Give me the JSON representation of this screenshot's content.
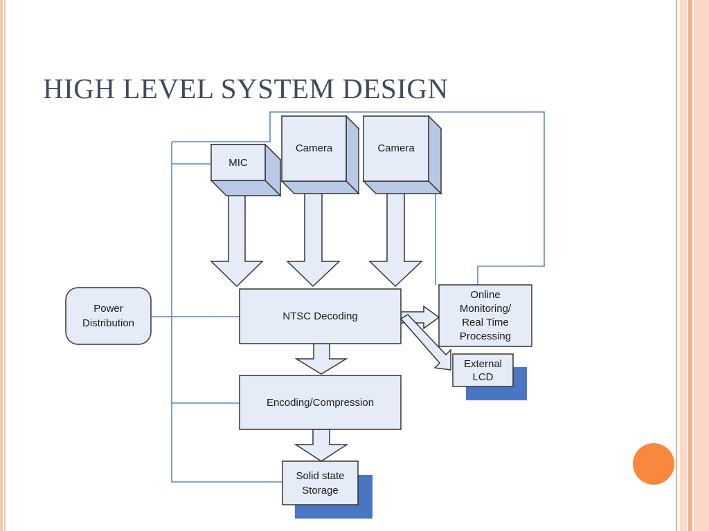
{
  "slide": {
    "title": "HIGH LEVEL SYSTEM DESIGN"
  },
  "diagram": {
    "nodes": {
      "mic": "MIC",
      "camera_1": "Camera",
      "camera_2": "Camera",
      "power_distribution": "Power\nDistribution",
      "ntsc_decoding": "NTSC Decoding",
      "online_monitoring": "Online\nMonitoring/\nReal Time\nProcessing",
      "external_lcd": "External\nLCD",
      "encoding_compression": "Encoding/Compression",
      "solid_state_storage": "Solid state\nStorage"
    }
  },
  "colors": {
    "box_fill": "#e5ecf7",
    "box_shade": "#b8c9e6",
    "box_stroke": "#333333",
    "wire": "#5f86bd",
    "drop_shadow": "#4a75c3",
    "accent_dot": "#f7883e"
  }
}
